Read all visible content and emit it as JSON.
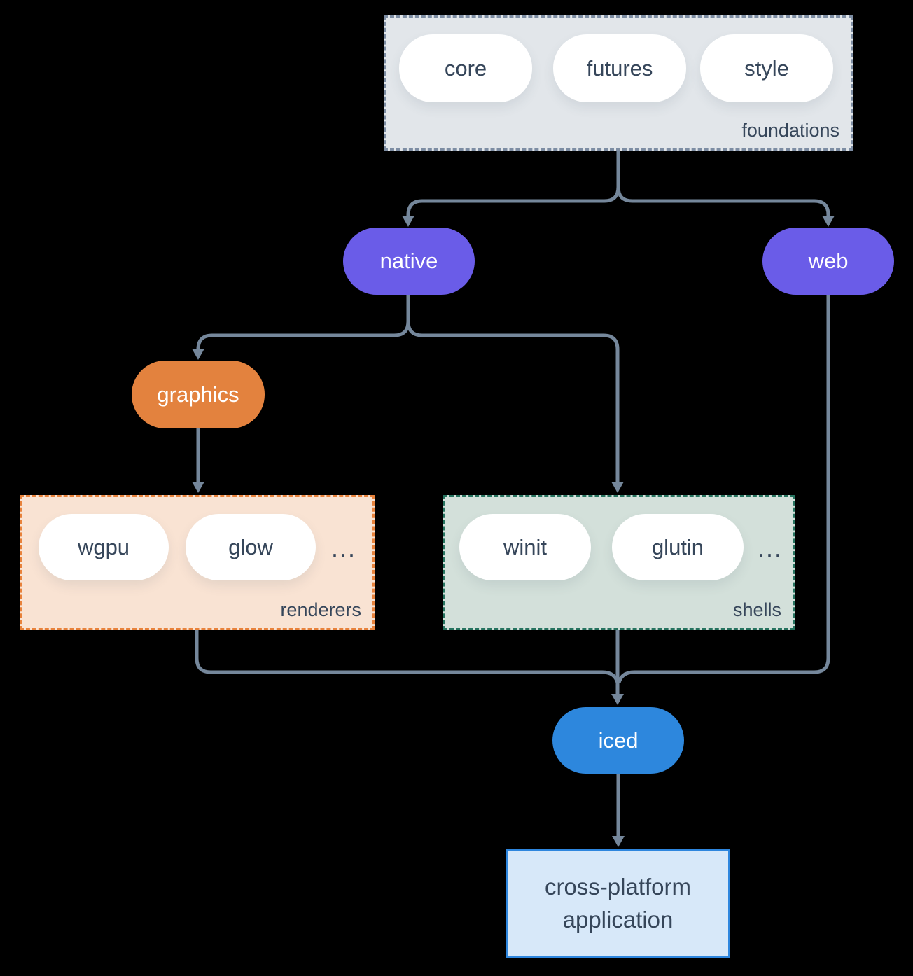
{
  "diagram": {
    "title": "iced crate ecosystem diagram",
    "type": "dependency-graph"
  },
  "colors": {
    "background": "#000000",
    "connector": "#75879b",
    "foundations_fill": "#e2e6ea",
    "foundations_border": "#7d8da3",
    "native_web_fill": "#6a5ce8",
    "graphics_fill": "#e3823e",
    "renderers_fill": "#f9e3d3",
    "renderers_border": "#e8823b",
    "shells_fill": "#d3e0da",
    "shells_border": "#26735f",
    "iced_fill": "#2d87dd",
    "app_fill": "#d7e8f9",
    "app_border": "#2e86de",
    "dark_text": "#36465a",
    "light_text": "#ffffff"
  },
  "nodes": {
    "foundations": {
      "label": "foundations",
      "pills": [
        "core",
        "futures",
        "style"
      ]
    },
    "native": {
      "label": "native"
    },
    "web": {
      "label": "web"
    },
    "graphics": {
      "label": "graphics"
    },
    "renderers": {
      "label": "renderers",
      "pills": [
        "wgpu",
        "glow"
      ],
      "ellipsis": "..."
    },
    "shells": {
      "label": "shells",
      "pills": [
        "winit",
        "glutin"
      ],
      "ellipsis": "..."
    },
    "iced": {
      "label": "iced"
    },
    "application": {
      "label": "cross-platform application"
    }
  }
}
